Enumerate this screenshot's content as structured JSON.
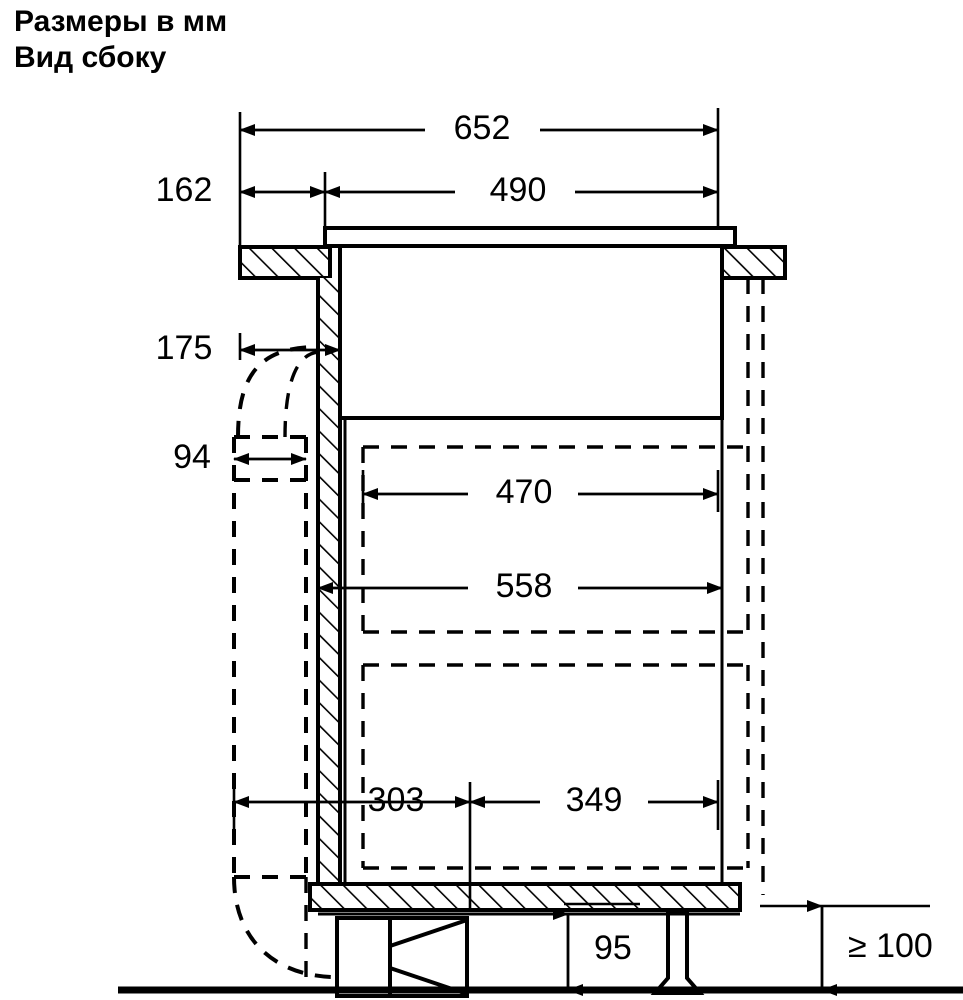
{
  "title": {
    "line1": "Размеры в мм",
    "line2": "Вид сбоку"
  },
  "colors": {
    "line": "#000000",
    "background": "#ffffff"
  },
  "dimensions": {
    "top_overall": "652",
    "top_left_offset": "162",
    "top_inner": "490",
    "left_upper": "175",
    "left_duct": "94",
    "mid_upper": "470",
    "mid_lower": "558",
    "bottom_left": "303",
    "bottom_right": "349",
    "plinth_height": "95",
    "floor_clearance": "≥ 100"
  }
}
